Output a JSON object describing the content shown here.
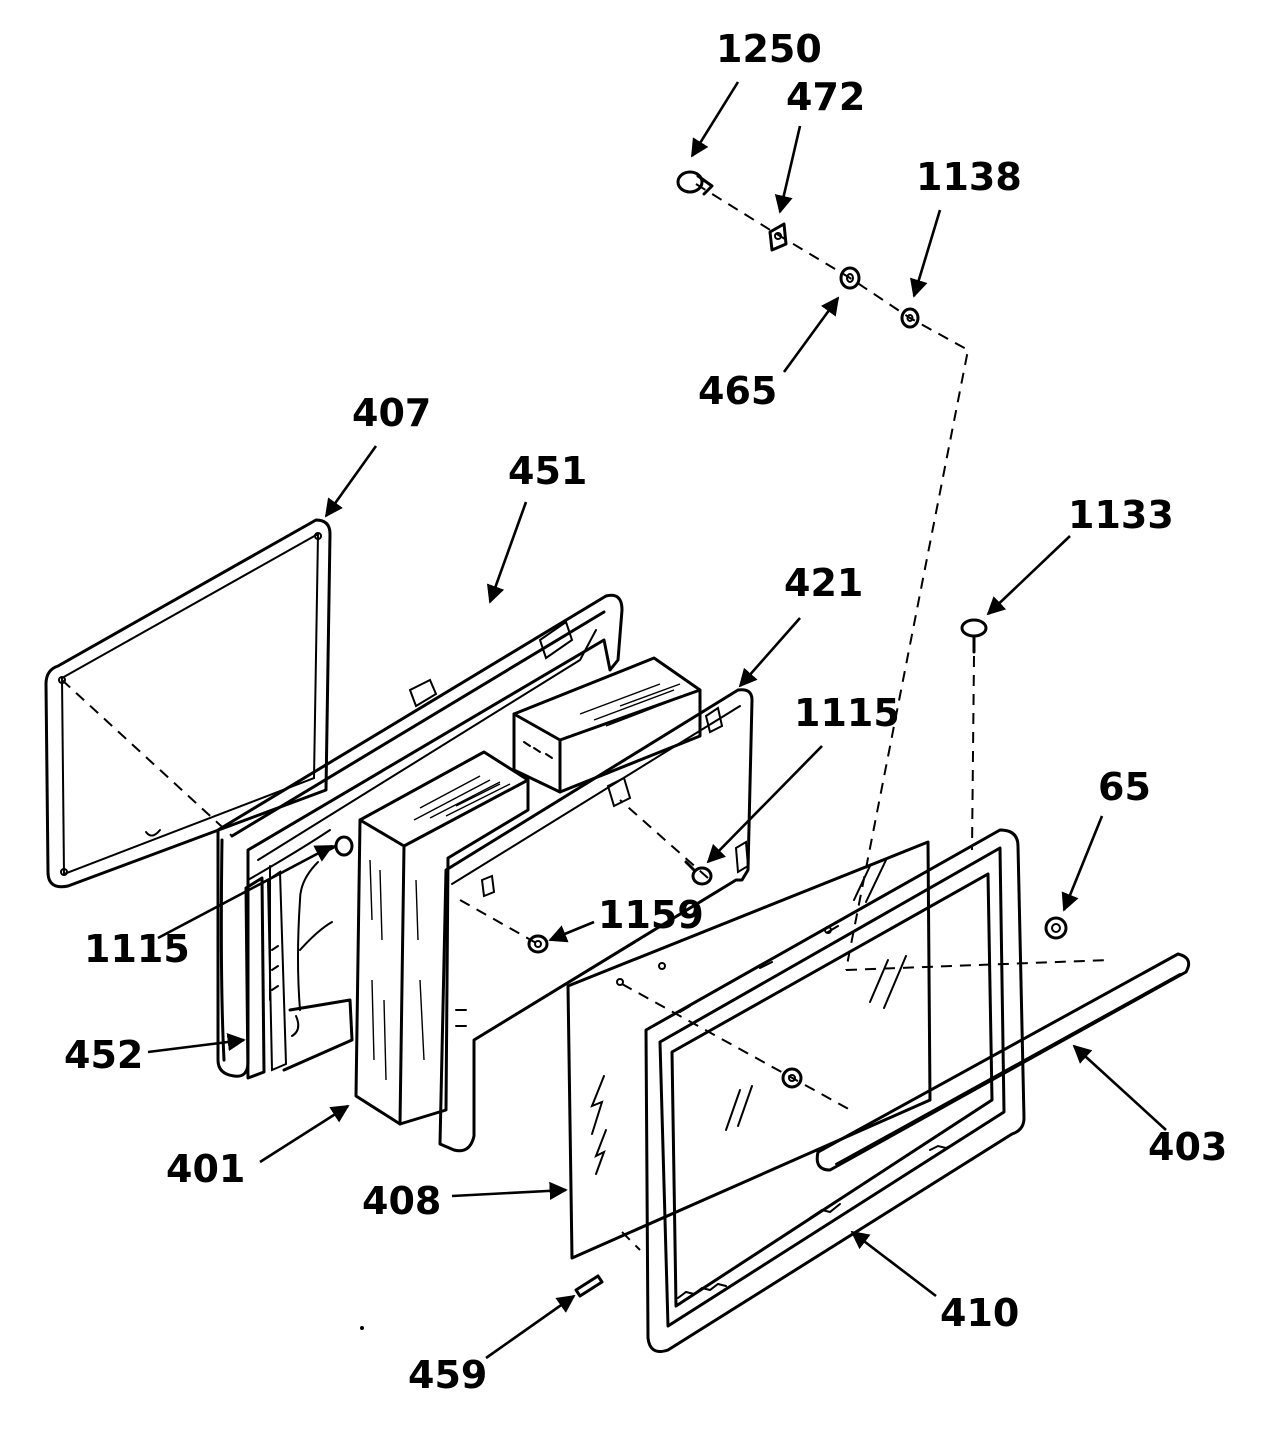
{
  "callouts": {
    "c1250": "1250",
    "c472": "472",
    "c1138": "1138",
    "c465": "465",
    "c407": "407",
    "c451": "451",
    "c1133": "1133",
    "c421": "421",
    "c1115a": "1115",
    "c65": "65",
    "c1115b": "1115",
    "c1159": "1159",
    "c452": "452",
    "c403": "403",
    "c401": "401",
    "c408": "408",
    "c410": "410",
    "c459": "459"
  }
}
